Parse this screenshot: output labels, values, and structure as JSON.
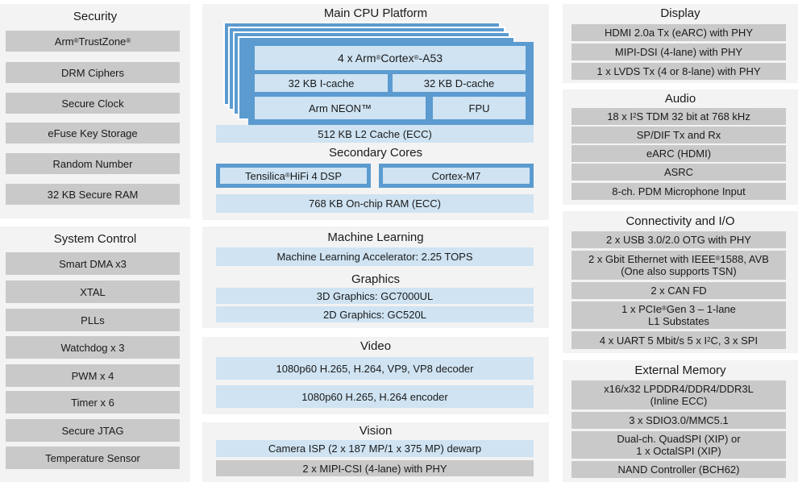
{
  "security": {
    "title": "Security",
    "items": [
      {
        "pre": "Arm",
        "sup": "®",
        "mid": " TrustZone",
        "sup2": "®"
      },
      "DRM Ciphers",
      "Secure Clock",
      "eFuse Key Storage",
      "Random Number",
      "32 KB Secure RAM"
    ]
  },
  "system_control": {
    "title": "System Control",
    "items": [
      "Smart DMA x3",
      "XTAL",
      "PLLs",
      "Watchdog x 3",
      "PWM x 4",
      "Timer x 6",
      "Secure JTAG",
      "Temperature Sensor"
    ]
  },
  "main_cpu": {
    "title": "Main CPU Platform",
    "core_pre": "4 x Arm ",
    "core_sup": "®",
    "core_mid": " Cortex",
    "core_sup2": "®",
    "core_post": "-A53",
    "icache": "32 KB I-cache",
    "dcache": "32 KB D-cache",
    "neon": "Arm NEON™",
    "fpu": "FPU",
    "l2": "512 KB L2 Cache (ECC)"
  },
  "secondary": {
    "title": "Secondary Cores",
    "dsp_pre": "Tensilica",
    "dsp_sup": "®",
    "dsp_post": " HiFi 4 DSP",
    "m7": "Cortex-M7",
    "ram": "768 KB On-chip RAM (ECC)"
  },
  "ml": {
    "title": "Machine Learning",
    "accel": "Machine Learning Accelerator: 2.25 TOPS"
  },
  "graphics": {
    "title": "Graphics",
    "g3d": "3D Graphics: GC7000UL",
    "g2d": "2D Graphics: GC520L"
  },
  "video": {
    "title": "Video",
    "decoder": "1080p60 H.265, H.264, VP9, VP8 decoder",
    "encoder": "1080p60 H.265, H.264 encoder"
  },
  "vision": {
    "title": "Vision",
    "isp": "Camera ISP (2 x 187 MP/1 x 375 MP) dewarp",
    "csi": "2 x MIPI-CSI (4-lane) with PHY"
  },
  "display": {
    "title": "Display",
    "items": [
      "HDMI 2.0a Tx (eARC) with PHY",
      "MIPI-DSI (4-lane) with PHY",
      "1 x LVDS Tx (4 or 8-lane) with PHY"
    ]
  },
  "audio": {
    "title": "Audio",
    "tdm_pre": "18 x I",
    "tdm_sup": "2",
    "tdm_post": "S TDM 32 bit at 768 kHz",
    "items": [
      "SP/DIF Tx and Rx",
      "eARC (HDMI)",
      "ASRC",
      "8-ch. PDM Microphone Input"
    ]
  },
  "connectivity": {
    "title": "Connectivity and I/O",
    "usb": "2 x USB 3.0/2.0 OTG with PHY",
    "eth_pre": "2 x Gbit Ethernet with IEEE",
    "eth_sup": "®",
    "eth_post": " 1588, AVB",
    "eth_line2": "(One also supports TSN)",
    "can": "2 x CAN FD",
    "pcie_pre": "1 x PCIe",
    "pcie_sup": "®",
    "pcie_post": " Gen 3 – 1-lane",
    "pcie_line2": "L1 Substates",
    "uart_pre": "4 x UART 5 Mbit/s 5 x I",
    "uart_sup": "2",
    "uart_post": "C, 3 x SPI"
  },
  "memory": {
    "title": "External Memory",
    "lpddr": "x16/x32 LPDDR4/DDR4/DDR3L\n(Inline ECC)",
    "sdio": "3 x SDIO3.0/MMC5.1",
    "spi": "Dual-ch. QuadSPI (XIP) or\n1 x OctalSPI (XIP)",
    "nand": "NAND Controller (BCH62)"
  }
}
